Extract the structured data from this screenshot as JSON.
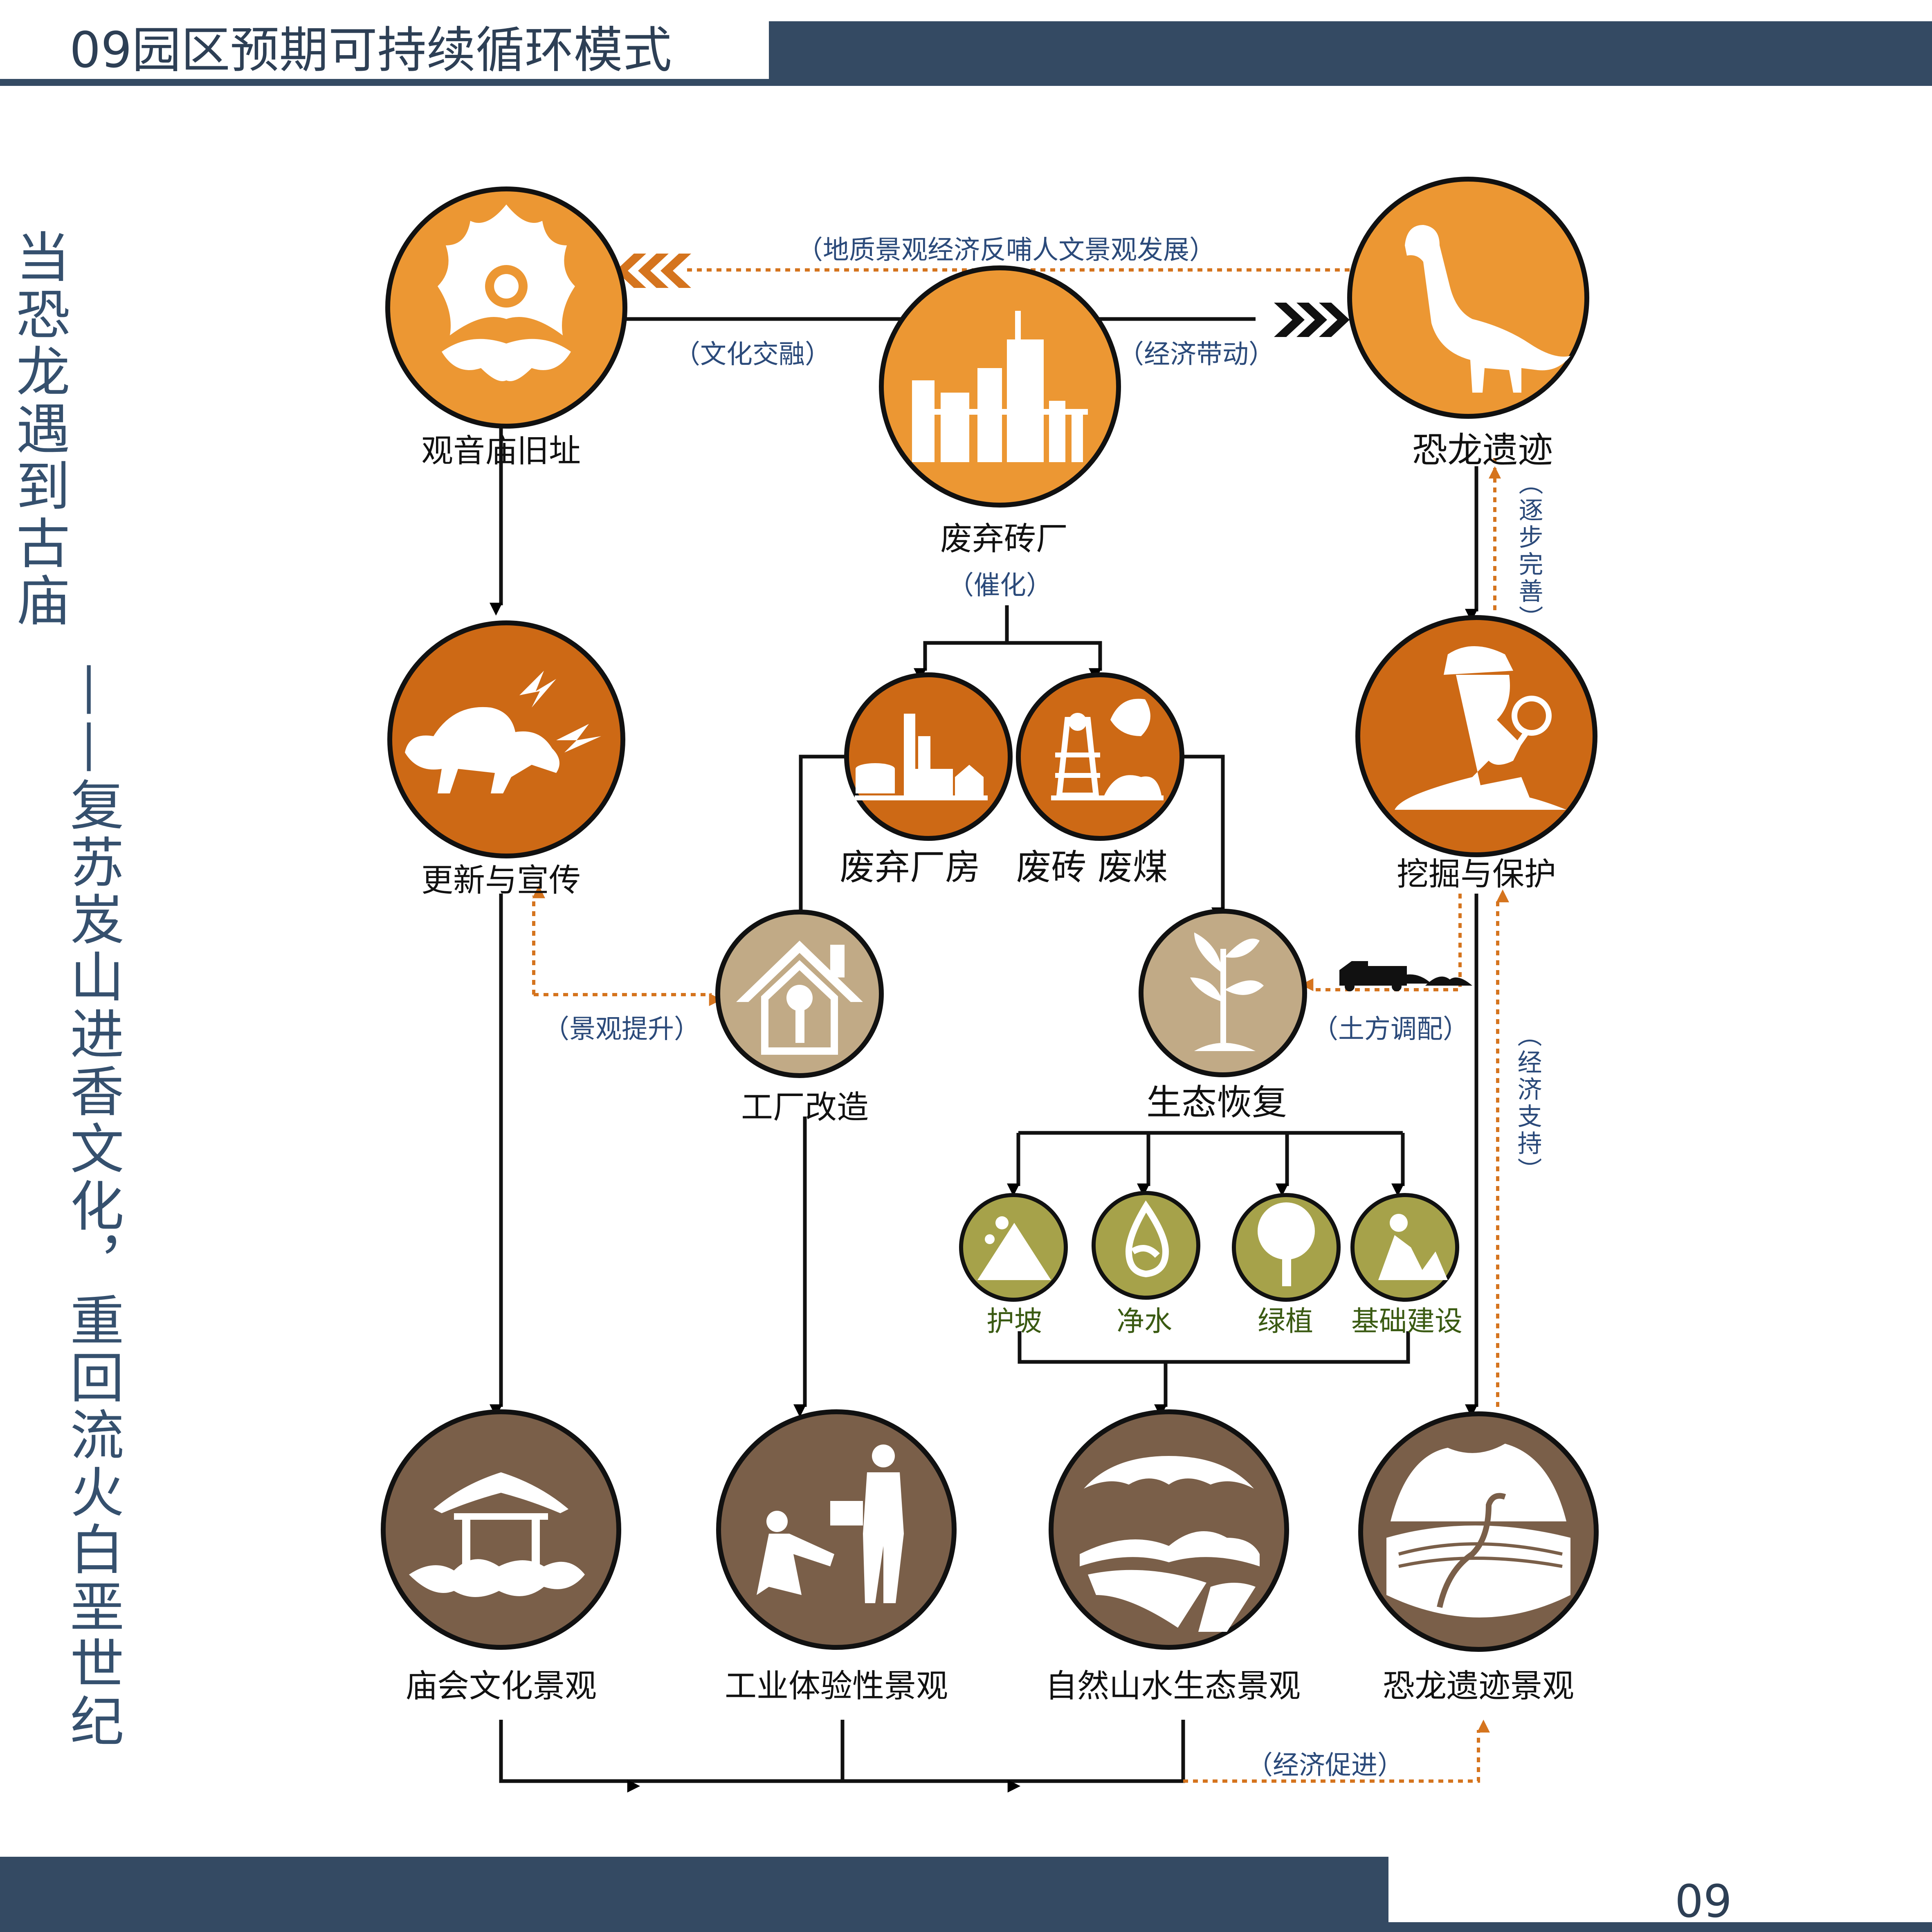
{
  "header": {
    "title": "09园区预期可持续循环模式"
  },
  "footer": {
    "page_number": "09"
  },
  "side_title": {
    "main": "当恐龙遇到古庙",
    "sub": "——复苏岌山进香文化，重回流火白垩世纪"
  },
  "nodes": {
    "guanyin": "观音庙旧址",
    "dinosaur_ruins": "恐龙遗迹",
    "brick_factory": "废弃砖厂",
    "renew": "更新与宣传",
    "excavation": "挖掘与保护",
    "factory_building": "废弃厂房",
    "brick_coal": "废砖  废煤",
    "factory_reform": "工厂改造",
    "eco_restore": "生态恢复",
    "slope": "护坡",
    "water": "净水",
    "greening": "绿植",
    "infrastructure": "基础建设",
    "temple_fair": "庙会文化景观",
    "industrial": "工业体验性景观",
    "natural": "自然山水生态景观",
    "dino_landscape": "恐龙遗迹景观"
  },
  "flows": {
    "geo_feedback": "（地质景观经济反哺人文景观发展）",
    "culture_blend": "（文化交融）",
    "economic_drive": "（经济带动）",
    "catalyze": "（催化）",
    "gradual_improve": "（逐步完善）",
    "landscape_upgrade": "（景观提升）",
    "earthwork": "（土方调配）",
    "economic_support": "（经济支持）",
    "economic_promote": "（经济促进）"
  },
  "colors": {
    "header_bar": "#344a63",
    "orange_light": "#ec9733",
    "orange_dark": "#cd6915",
    "tan": "#c1aa86",
    "olive": "#a6a24a",
    "brown": "#7a5f49",
    "dotted_orange": "#d5741e",
    "flow_text": "#2b4a7a"
  }
}
